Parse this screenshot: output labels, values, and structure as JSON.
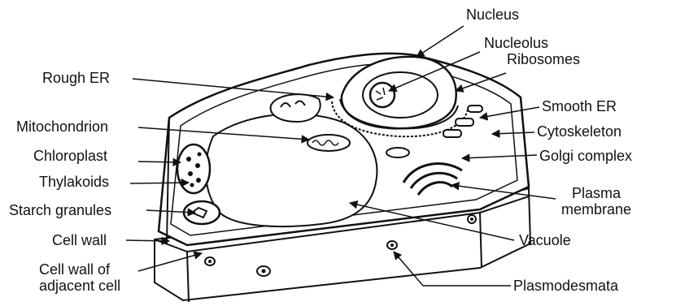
{
  "labels": {
    "nucleus": "Nucleus",
    "nucleolus": "Nucleolus",
    "ribosomes": "Ribosomes",
    "rough_er": "Rough ER",
    "smooth_er": "Smooth ER",
    "mitochondrion": "Mitochondrion",
    "cytoskeleton": "Cytoskeleton",
    "chloroplast": "Chloroplast",
    "golgi_complex": "Golgi complex",
    "thylakoids": "Thylakoids",
    "plasma_membrane_line1": "Plasma",
    "plasma_membrane_line2": "membrane",
    "starch_granules": "Starch granules",
    "cell_wall": "Cell wall",
    "vacuole": "Vacuole",
    "adjacent_wall_line1": "Cell wall of",
    "adjacent_wall_line2": "adjacent cell",
    "plasmodesmata": "Plasmodesmata"
  },
  "colors": {
    "ink": "#111111",
    "fill": "#ffffff"
  }
}
